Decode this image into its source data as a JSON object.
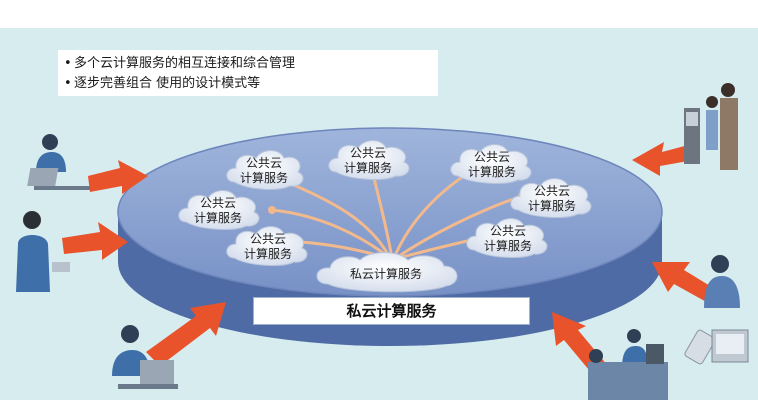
{
  "bullets": [
    "多个云计算服务的相互连接和综合管理",
    "逐步完善组合 使用的设计模式等"
  ],
  "bullet_marker": "•",
  "public_cloud_line1": "公共云",
  "public_cloud_line2": "计算服务",
  "private_cloud_label": "私云计算服务",
  "platform_label": "私云计算服务",
  "colors": {
    "background": "#d7ecef",
    "platform_top": "#8aa3cf",
    "platform_side": "#4e6ba5",
    "arrow": "#e8532b",
    "connector": "#f2b98d",
    "person_blue": "#3e6fa8"
  },
  "icons": [
    "laptop-user-icon",
    "headset-operator-icon",
    "laptop-user-icon",
    "kiosk-family-icon",
    "phone-user-icon",
    "flip-phone-icon",
    "shop-counter-icon"
  ]
}
